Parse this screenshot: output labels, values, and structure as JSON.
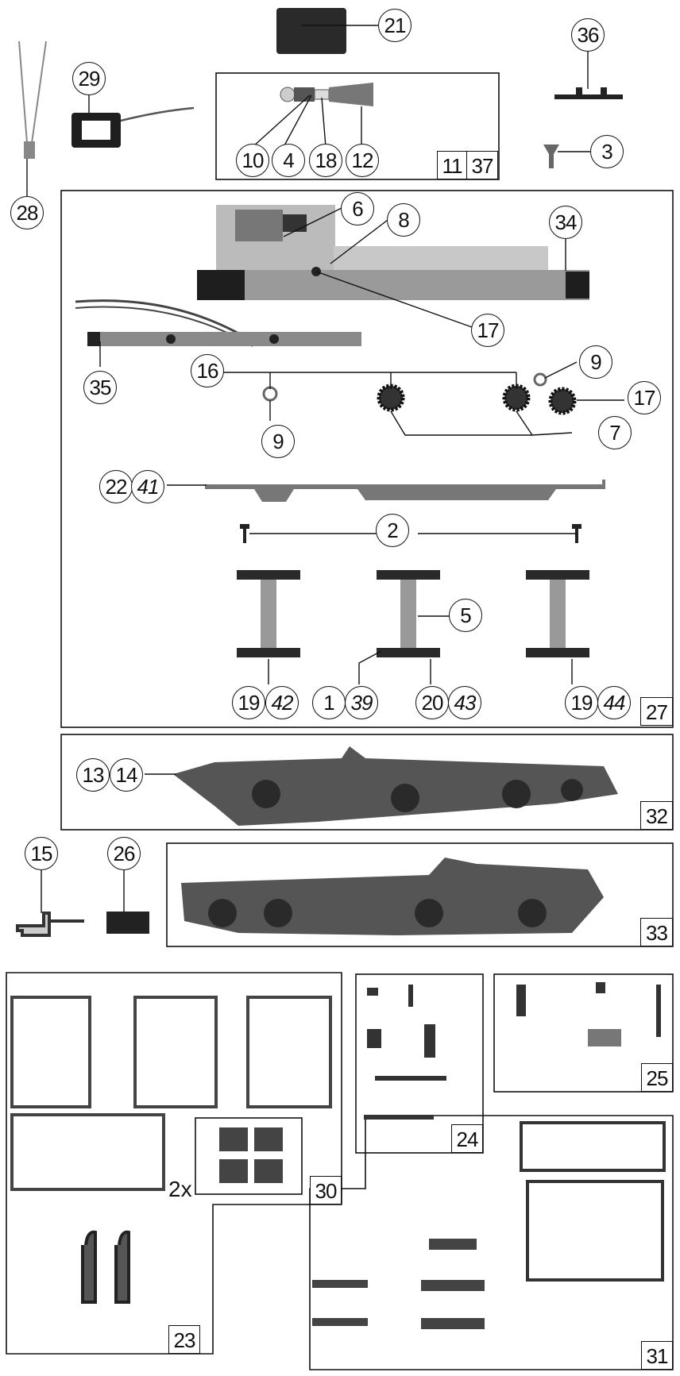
{
  "colors": {
    "line": "#111111",
    "part_dark": "#2a2a2a",
    "part_mid": "#7a7a7a",
    "part_light": "#c8c8c8"
  },
  "callouts": {
    "c1": "1",
    "c2": "2",
    "c3": "3",
    "c4": "4",
    "c5": "5",
    "c6": "6",
    "c7": "7",
    "c8": "8",
    "c9a": "9",
    "c9b": "9",
    "c10": "10",
    "c12": "12",
    "c13": "13",
    "c14": "14",
    "c15": "15",
    "c16": "16",
    "c17a": "17",
    "c17b": "17",
    "c18": "18",
    "c19a": "19",
    "c19b": "19",
    "c20": "20",
    "c21": "21",
    "c22": "22",
    "c26": "26",
    "c28": "28",
    "c29": "29",
    "c34": "34",
    "c35": "35",
    "c36": "36",
    "c39": "39",
    "c41": "41",
    "c42": "42",
    "c43": "43",
    "c44": "44"
  },
  "boxes": {
    "b11": "11",
    "b37": "37",
    "b27": "27",
    "b32": "32",
    "b33": "33",
    "b30": "30",
    "b23": "23",
    "b24": "24",
    "b25": "25",
    "b31": "31"
  },
  "quantity_note": "2x"
}
